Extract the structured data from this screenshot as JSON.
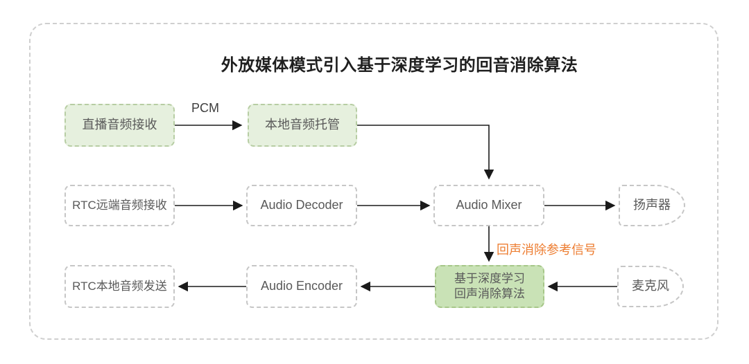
{
  "title": "外放媒体模式引入基于深度学习的回音消除算法",
  "nodes": {
    "live_audio": {
      "label": "直播音频接收"
    },
    "local_host": {
      "label": "本地音频托管"
    },
    "rtc_remote": {
      "label": "RTC远端音频接收"
    },
    "audio_decoder": {
      "label": "Audio Decoder"
    },
    "audio_mixer": {
      "label": "Audio Mixer"
    },
    "speaker": {
      "label": "扬声器"
    },
    "rtc_send": {
      "label": "RTC本地音频发送"
    },
    "audio_encoder": {
      "label": "Audio Encoder"
    },
    "aec": {
      "line1": "基于深度学习",
      "line2": "回声消除算法"
    },
    "mic": {
      "label": "麦克风"
    }
  },
  "edge_labels": {
    "pcm": "PCM",
    "aec_reference": "回声消除参考信号"
  },
  "colors": {
    "light_green_fill": "#e6f0de",
    "light_green_border": "#b7cda3",
    "green_fill": "#c9e2b6",
    "green_border": "#a6c688",
    "gray_border": "#c6c6c6",
    "frame_border": "#cfcfcf",
    "node_text": "#595959",
    "title_text": "#1f1f1f",
    "orange_label": "#ed7d31",
    "arrow": "#1a1a1a"
  }
}
